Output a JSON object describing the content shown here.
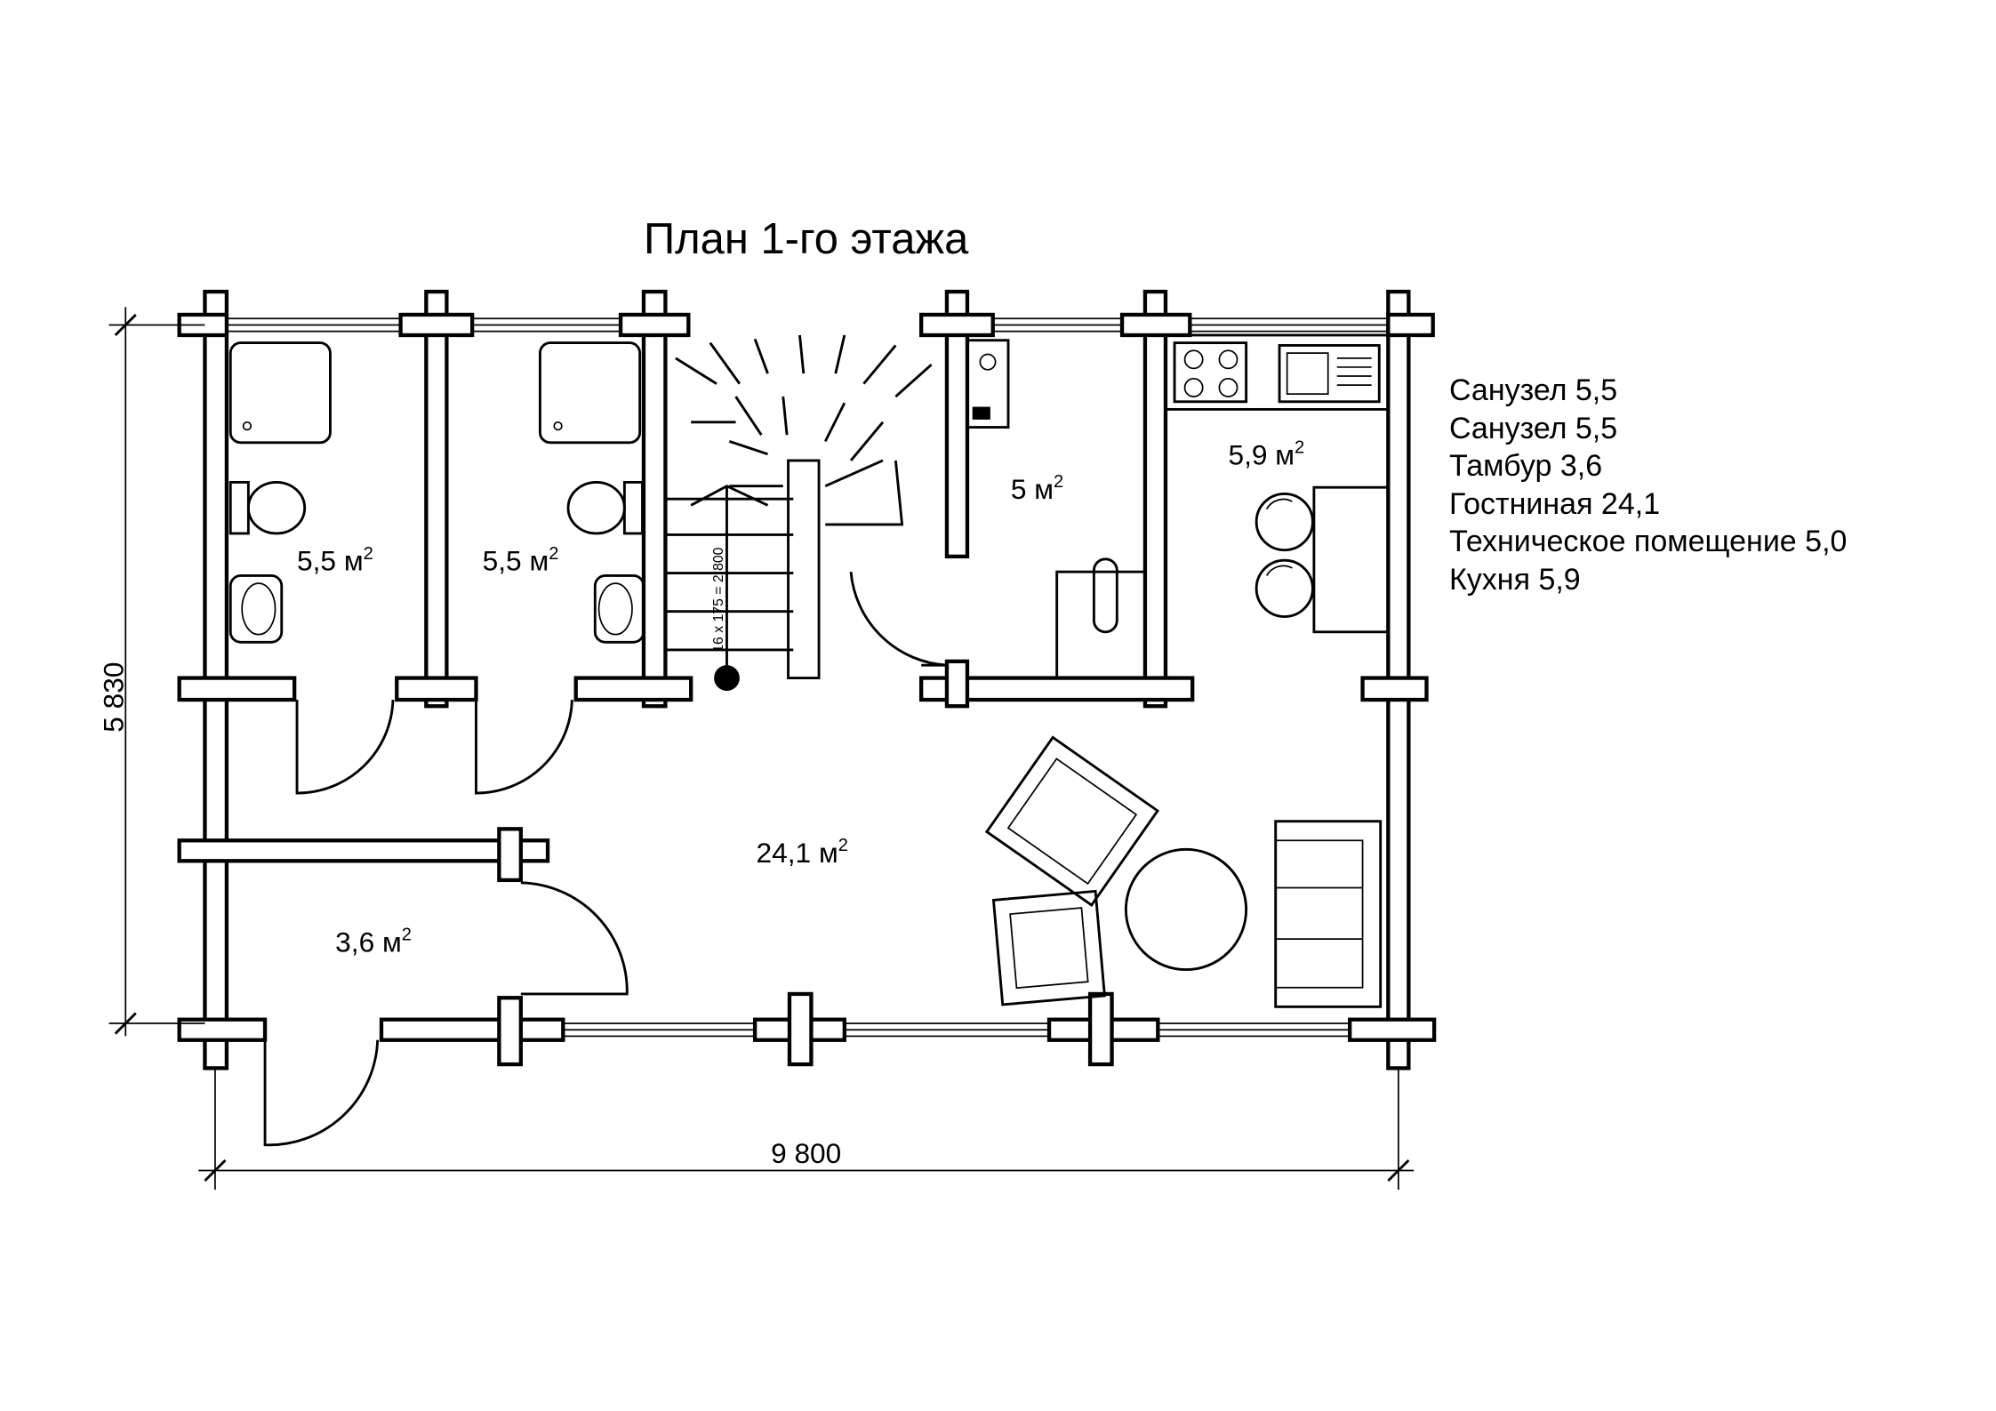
{
  "title": "План 1-го этажа",
  "rooms": [
    {
      "area": "5,5",
      "unit": "м",
      "sup": "2"
    },
    {
      "area": "5,5",
      "unit": "м",
      "sup": "2"
    },
    {
      "area": "5",
      "unit": "м",
      "sup": "2"
    },
    {
      "area": "5,9",
      "unit": "м",
      "sup": "2"
    },
    {
      "area": "24,1",
      "unit": "м",
      "sup": "2"
    },
    {
      "area": "3,6",
      "unit": "м",
      "sup": "2"
    }
  ],
  "dimensions": {
    "height": "5 830",
    "width": "9 800"
  },
  "stair_label": "16 x 175 = 2 800",
  "legend": [
    "Санузел 5,5",
    "Санузел 5,5",
    "Тамбур 3,6",
    "Гостниная 24,1",
    "Техническое помещение 5,0",
    "Кухня 5,9"
  ]
}
